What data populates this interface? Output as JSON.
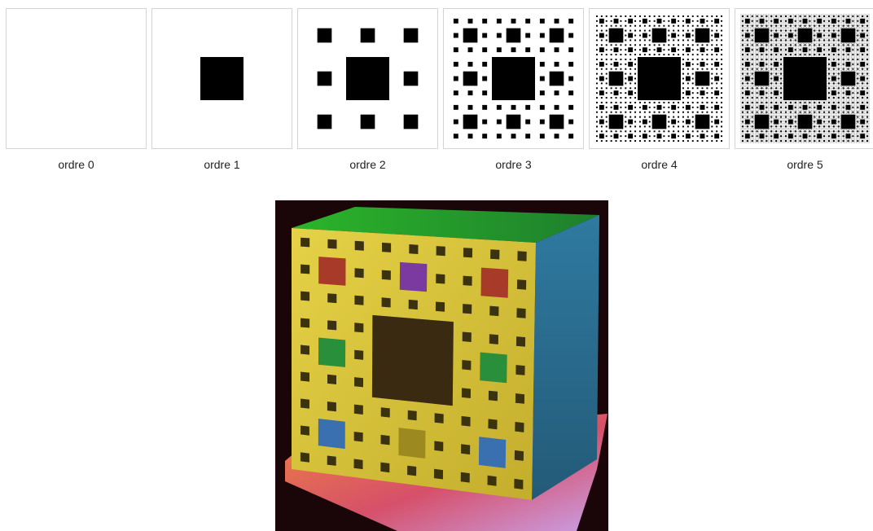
{
  "gallery": {
    "items": [
      {
        "label": "ordre 0",
        "order": 0
      },
      {
        "label": "ordre 1",
        "order": 1
      },
      {
        "label": "ordre 2",
        "order": 2
      },
      {
        "label": "ordre 3",
        "order": 3
      },
      {
        "label": "ordre 4",
        "order": 4
      },
      {
        "label": "ordre 5",
        "order": 5
      }
    ]
  },
  "colors": {
    "square": "#000000",
    "background": "#ffffff",
    "cube_face": "#d9c53a",
    "cube_top": "#27b023",
    "cube_side": "#2f6e93",
    "floor": "#e0683c",
    "scene_bg": "#1a0509"
  }
}
